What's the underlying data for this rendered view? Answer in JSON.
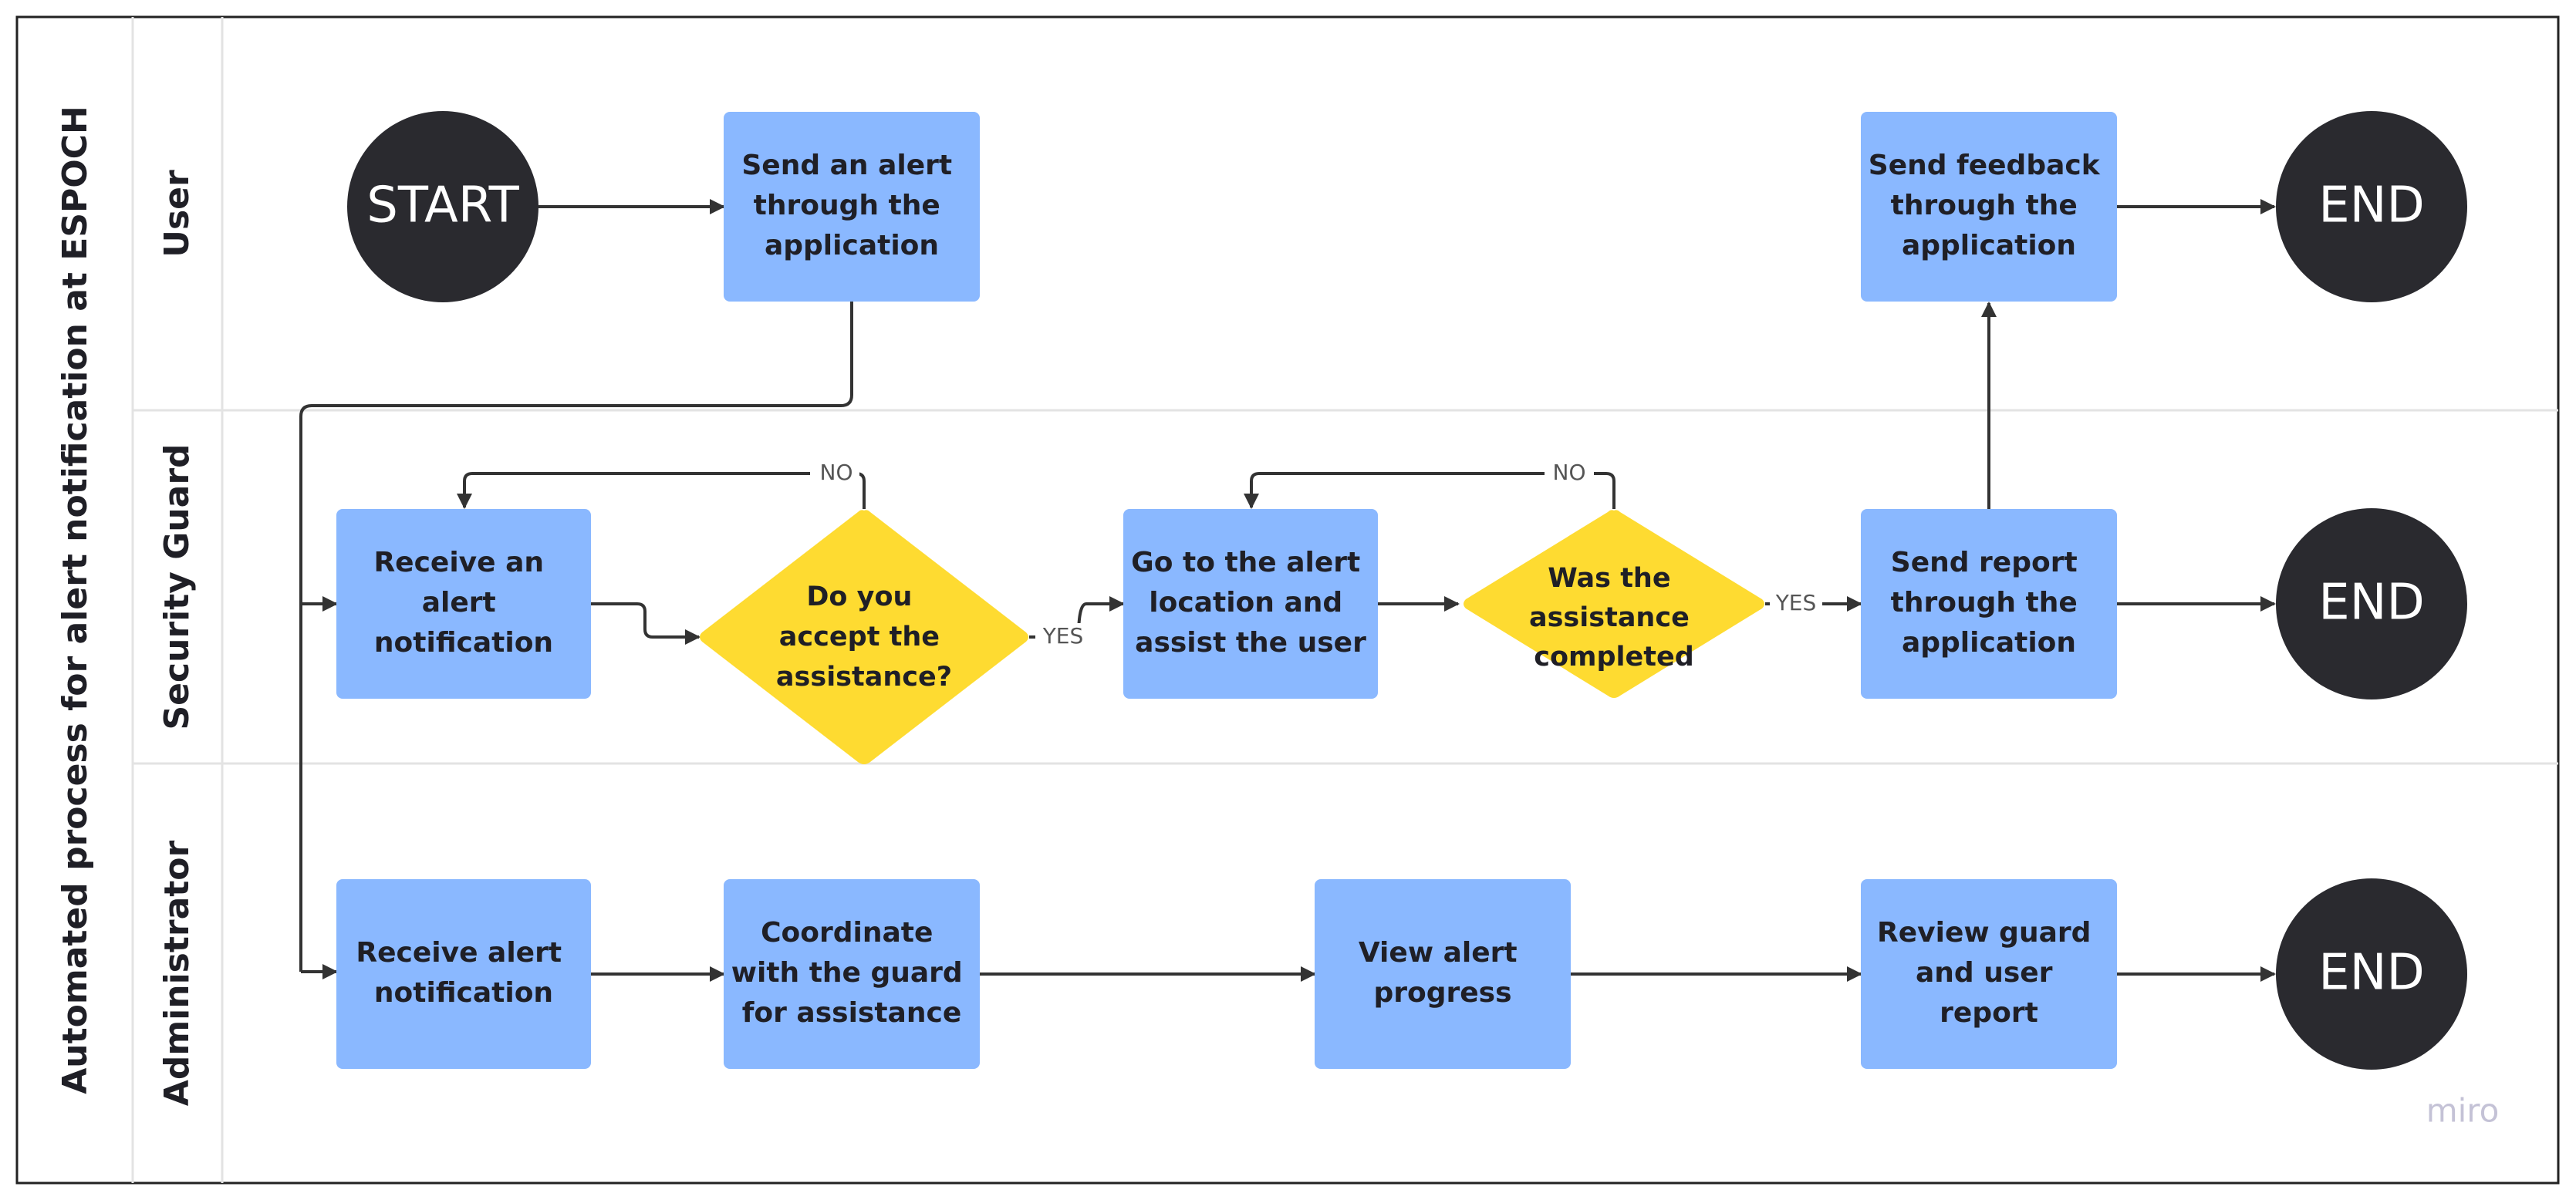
{
  "title": "Automated process for alert notification at ESPOCH",
  "lanes": [
    {
      "label": "User"
    },
    {
      "label": "Security Guard"
    },
    {
      "label": "Administrator"
    }
  ],
  "terminals": {
    "start": "START",
    "end_user": "END",
    "end_guard": "END",
    "end_admin": "END"
  },
  "nodes": {
    "send_alert": [
      "Send an alert",
      "through the",
      "application"
    ],
    "send_feedback": [
      "Send feedback",
      "through the",
      "application"
    ],
    "receive_alert_guard": [
      "Receive an",
      "alert",
      "notification"
    ],
    "accept_decision": [
      "Do you",
      "accept the",
      "assistance?"
    ],
    "go_to_location": [
      "Go to the alert",
      "location and",
      "assist the user"
    ],
    "completed_decision": [
      "Was the",
      "assistance",
      "completed"
    ],
    "send_report": [
      "Send report",
      "through the",
      "application"
    ],
    "receive_alert_admin": [
      "Receive alert",
      "notification"
    ],
    "coordinate_guard": [
      "Coordinate",
      "with the guard",
      "for assistance"
    ],
    "view_progress": [
      "View alert",
      "progress"
    ],
    "review_report": [
      "Review guard",
      "and user",
      "report"
    ]
  },
  "edge_labels": {
    "accept_no": "NO",
    "accept_yes": "YES",
    "completed_no": "NO",
    "completed_yes": "YES"
  },
  "watermark": "miro",
  "colors": {
    "process": "#8ab8ff",
    "decision": "#fedb31",
    "terminal": "#2a2a2f",
    "edge": "#333333"
  }
}
